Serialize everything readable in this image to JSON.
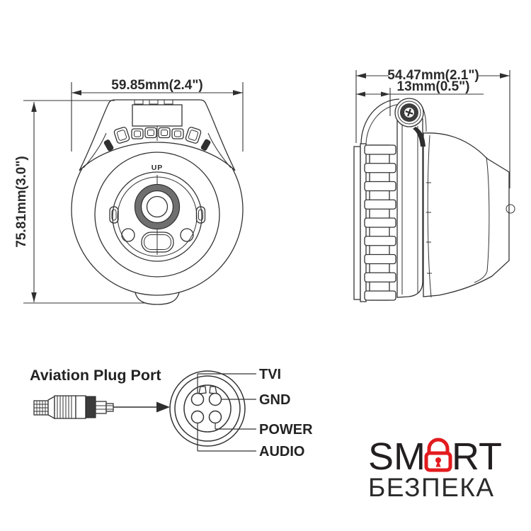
{
  "colors": {
    "line": "#333333",
    "dark_fill": "#2f2f2f",
    "lens_ring_gray": "#6f6f6f",
    "logo_black": "#231f20",
    "logo_red": "#e31b1e",
    "background": "#ffffff"
  },
  "front_view": {
    "width_dim": "59.85mm(2.4\")",
    "height_dim": "75.81mm(3.0\")",
    "up_label": "UP"
  },
  "side_view": {
    "total_depth_dim": "54.47mm(2.1\")",
    "bracket_offset_dim": "13mm(0.5\")"
  },
  "plug": {
    "title": "Aviation Plug Port",
    "pin_labels": [
      "TVI",
      "GND",
      "POWER",
      "AUDIO"
    ]
  },
  "logo": {
    "word_start": "SM",
    "word_end": "RT",
    "subtitle": "БЕЗПЕКА"
  }
}
